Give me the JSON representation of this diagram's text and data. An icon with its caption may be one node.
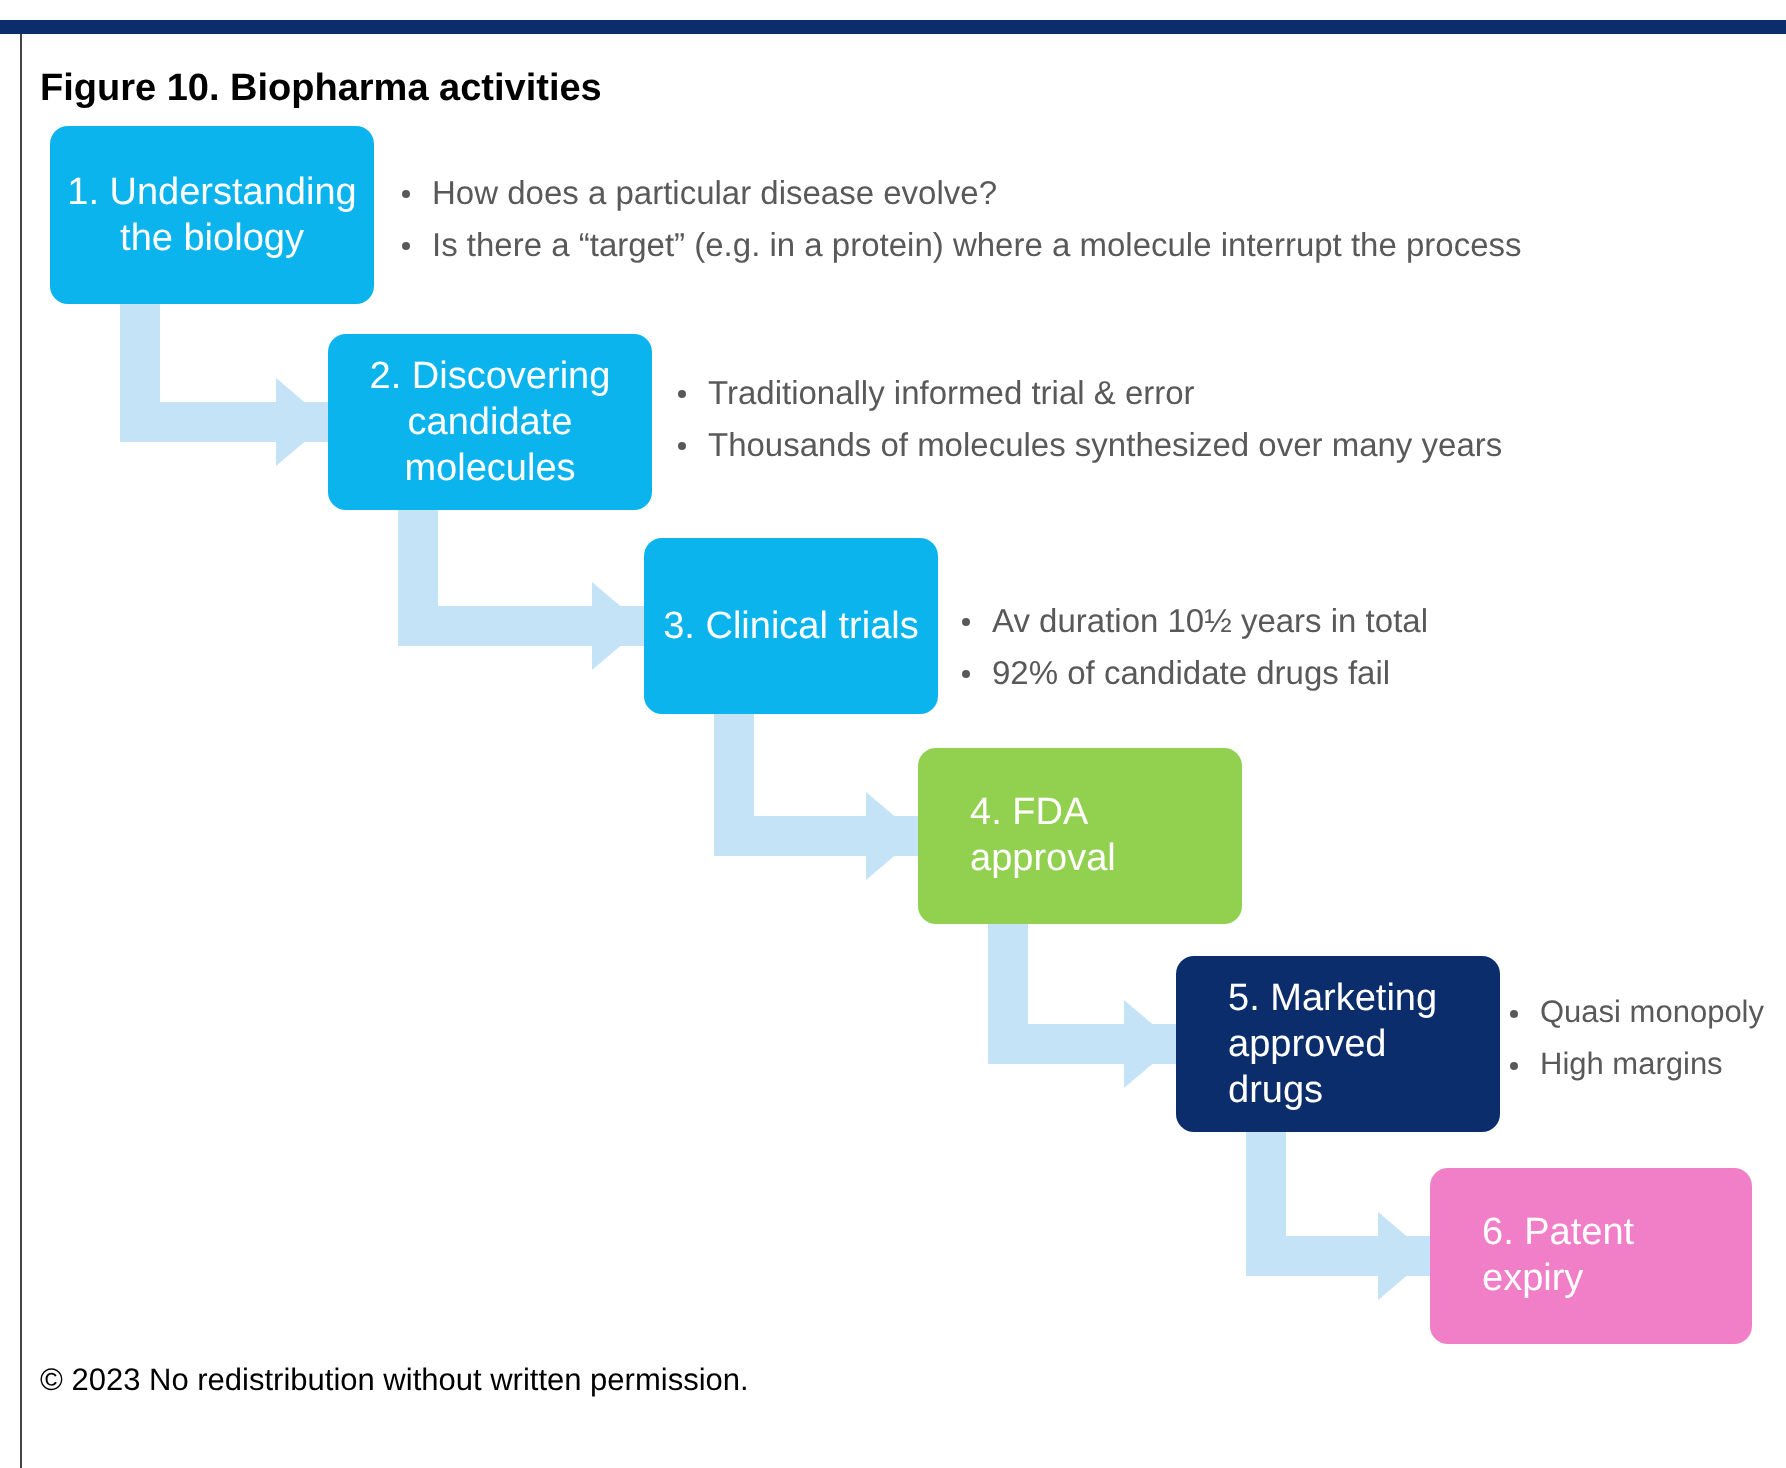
{
  "diagram": {
    "title": "Figure 10. Biopharma activities",
    "nodes": [
      {
        "text": [
          "1. Understanding the biology"
        ],
        "beside": [
          "How does a particular disease evolve?",
          "Is there a “target” (e.g. in a protein) where a molecule interrupt the process"
        ]
      },
      {
        "text": [
          "2. Discovering candidate molecules"
        ],
        "beside": [
          "Traditionally informed trial & error",
          "Thousands of molecules synthesized over many years"
        ]
      },
      {
        "text": [
          "3. Clinical trials"
        ],
        "beside": [
          "Av duration 10½ years in total",
          "92% of candidate drugs fail"
        ]
      },
      {
        "text": [
          "4. FDA approval"
        ]
      },
      {
        "text": [
          "5. Marketing approved drugs"
        ],
        "beside": [
          "Quasi monopoly",
          "High margins"
        ]
      },
      {
        "text": [
          "6. Patent expiry"
        ]
      }
    ],
    "edges": [
      {
        "from": 0,
        "to": 1,
        "arrow": "to"
      },
      {
        "from": 1,
        "to": 2,
        "arrow": "to"
      },
      {
        "from": 2,
        "to": 3,
        "arrow": "to"
      },
      {
        "from": 3,
        "to": 4,
        "arrow": "to"
      },
      {
        "from": 4,
        "to": 5,
        "arrow": "to"
      }
    ],
    "labels": [
      "© 2023 No redistribution without written permission."
    ]
  }
}
